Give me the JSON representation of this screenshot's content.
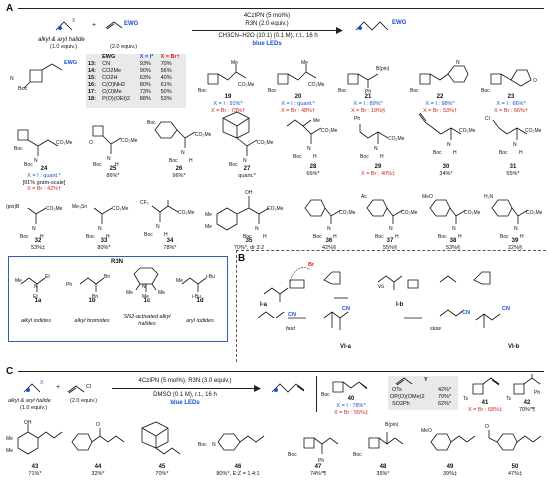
{
  "panelA": {
    "letter": "A",
    "reactant1": "alkyl & aryl halide",
    "reactant1_equiv": "(1.0 equiv.)",
    "reactant2_label": "EWG",
    "reactant2_equiv": "(2.0 equiv.)",
    "cond1": "4CzIPN (5 mol%)",
    "cond2": "R3N (2.0 equiv.)",
    "cond3": "CH3CN–H2O (10:1) (0.1 M), r.t., 16 h",
    "cond4": "blue LEDs",
    "product_label": "EWG",
    "boc": "Boc",
    "ewg_table": {
      "h_ewg": "EWG",
      "h_i": "X = I*",
      "h_br": "X = Br†",
      "rows": [
        {
          "n": "13:",
          "ewg": "CN",
          "i": "93%",
          "br": "70%"
        },
        {
          "n": "14:",
          "ewg": "CO2Me",
          "i": "90%",
          "br": "56%"
        },
        {
          "n": "15:",
          "ewg": "CO2H",
          "i": "63%",
          "br": "40%"
        },
        {
          "n": "16:",
          "ewg": "C(O)NH2",
          "i": "80%",
          "br": "61%"
        },
        {
          "n": "17:",
          "ewg": "C(O)Me",
          "i": "73%",
          "br": "50%"
        },
        {
          "n": "18:",
          "ewg": "P(O)(OEt)2",
          "i": "88%",
          "br": "53%"
        }
      ]
    },
    "cmpds": [
      {
        "n": "19",
        "l1": "X = I : 91%*",
        "l2": "X = Br : 73%†"
      },
      {
        "n": "20",
        "l1": "X = I : quant.*",
        "l2": "X = Br : 48%†"
      },
      {
        "n": "21",
        "l1": "X = I : 89%*",
        "l2": "X = Br : 19%§"
      },
      {
        "n": "22",
        "l1": "X = I : 98%*",
        "l2": "X = Br : 53%†"
      },
      {
        "n": "23",
        "l1": "X = I : 66%*",
        "l2": "X = Br : 66%†"
      }
    ],
    "c24": {
      "n": "24",
      "l1": "X = I : quant.*",
      "l2": "[91% gram-scale]",
      "l3": "X = Br : 42%†"
    },
    "row2": [
      {
        "n": "25",
        "y": "86%*"
      },
      {
        "n": "26",
        "y": "96%*"
      },
      {
        "n": "27",
        "y": "quant.*"
      },
      {
        "n": "28",
        "y": "66%*"
      },
      {
        "n": "29",
        "y": "X = Br : 40%‡"
      },
      {
        "n": "30",
        "y": "34%*"
      },
      {
        "n": "31",
        "y": "55%*"
      }
    ],
    "row3": [
      {
        "n": "32",
        "y": "53%‡"
      },
      {
        "n": "33",
        "y": "80%*"
      },
      {
        "n": "34",
        "y": "78%*"
      },
      {
        "n": "35",
        "y": "70%*, dr 3:2"
      },
      {
        "n": "36",
        "y": "42%§"
      },
      {
        "n": "37",
        "y": "55%§"
      },
      {
        "n": "38",
        "y": "53%§"
      },
      {
        "n": "39",
        "y": "22%§"
      }
    ],
    "sub_labels": {
      "bpin": "(pin)B",
      "me3sn": "Me3Sn",
      "cf3": "CF3",
      "ac": "Ac",
      "meo": "MeO",
      "h2n": "H2N",
      "me": "Me",
      "cl": "Cl",
      "ph": "Ph",
      "bpin2": "B(pin)",
      "oh": "OH",
      "co2me": "CO2Me",
      "n": "N",
      "h": "H"
    }
  },
  "amineBox": {
    "title": "R3N",
    "amines": [
      {
        "id": "1a",
        "cls": "alkyl iodides"
      },
      {
        "id": "1b",
        "cls": "alkyl bromides"
      },
      {
        "id": "1c",
        "cls": "SN2-activated alkyl halides"
      },
      {
        "id": "1d",
        "cls": "aryl iodides"
      }
    ],
    "labels": {
      "et": "Et",
      "bn": "Bn",
      "ph": "Ph",
      "ibu": "i-Bu",
      "me": "Me"
    }
  },
  "panelB": {
    "letter": "B",
    "ia": "I-a",
    "ib": "I-b",
    "via": "VI-a",
    "vib": "VI-b",
    "vs": "vs",
    "fast": "fast",
    "slow": "slow",
    "br": "Br",
    "cn": "CN"
  },
  "panelC": {
    "letter": "C",
    "reactant1": "alkyl & aryl halide",
    "reactant1_equiv": "(1.0 equiv.)",
    "reactant2_label": "Cl",
    "reactant2_equiv": "(2.0 equiv.)",
    "cond1": "4CzIPN (5 mol%), R3N (3.0 equiv.)",
    "cond2": "DMSO (0.1 M), r.t., 16 h",
    "cond3": "blue LEDs",
    "c40": {
      "n": "40",
      "l1": "X = I : 78%*",
      "l2": "X = Br : 55%‡"
    },
    "ytable": {
      "h": "Y",
      "rows": [
        {
          "y": "OTs",
          "v": "42%*"
        },
        {
          "y": "OP(O)(OMe)2",
          "v": "70%*"
        },
        {
          "y": "SO2Ph",
          "v": "62%*"
        }
      ]
    },
    "c41": {
      "n": "41",
      "y": "X = Br : 68%‡",
      "ts": "Ts"
    },
    "c42": {
      "n": "42",
      "y": "70%*¶",
      "ts": "Ts",
      "ph": "Ph"
    },
    "row": [
      {
        "n": "43",
        "y": "71%*"
      },
      {
        "n": "44",
        "y": "32%*"
      },
      {
        "n": "45",
        "y": "70%*"
      },
      {
        "n": "46",
        "y": "80%*, E:Z = 1.4:1"
      },
      {
        "n": "47",
        "y": "74%*¶"
      },
      {
        "n": "48",
        "y": "35%*"
      },
      {
        "n": "49",
        "y": "39%‡"
      },
      {
        "n": "50",
        "y": "47%‡"
      }
    ]
  },
  "colors": {
    "blue": "#1a4fd6",
    "red": "#d0231e",
    "box": "#2b5fb8",
    "grey": "#e9e9e9"
  }
}
